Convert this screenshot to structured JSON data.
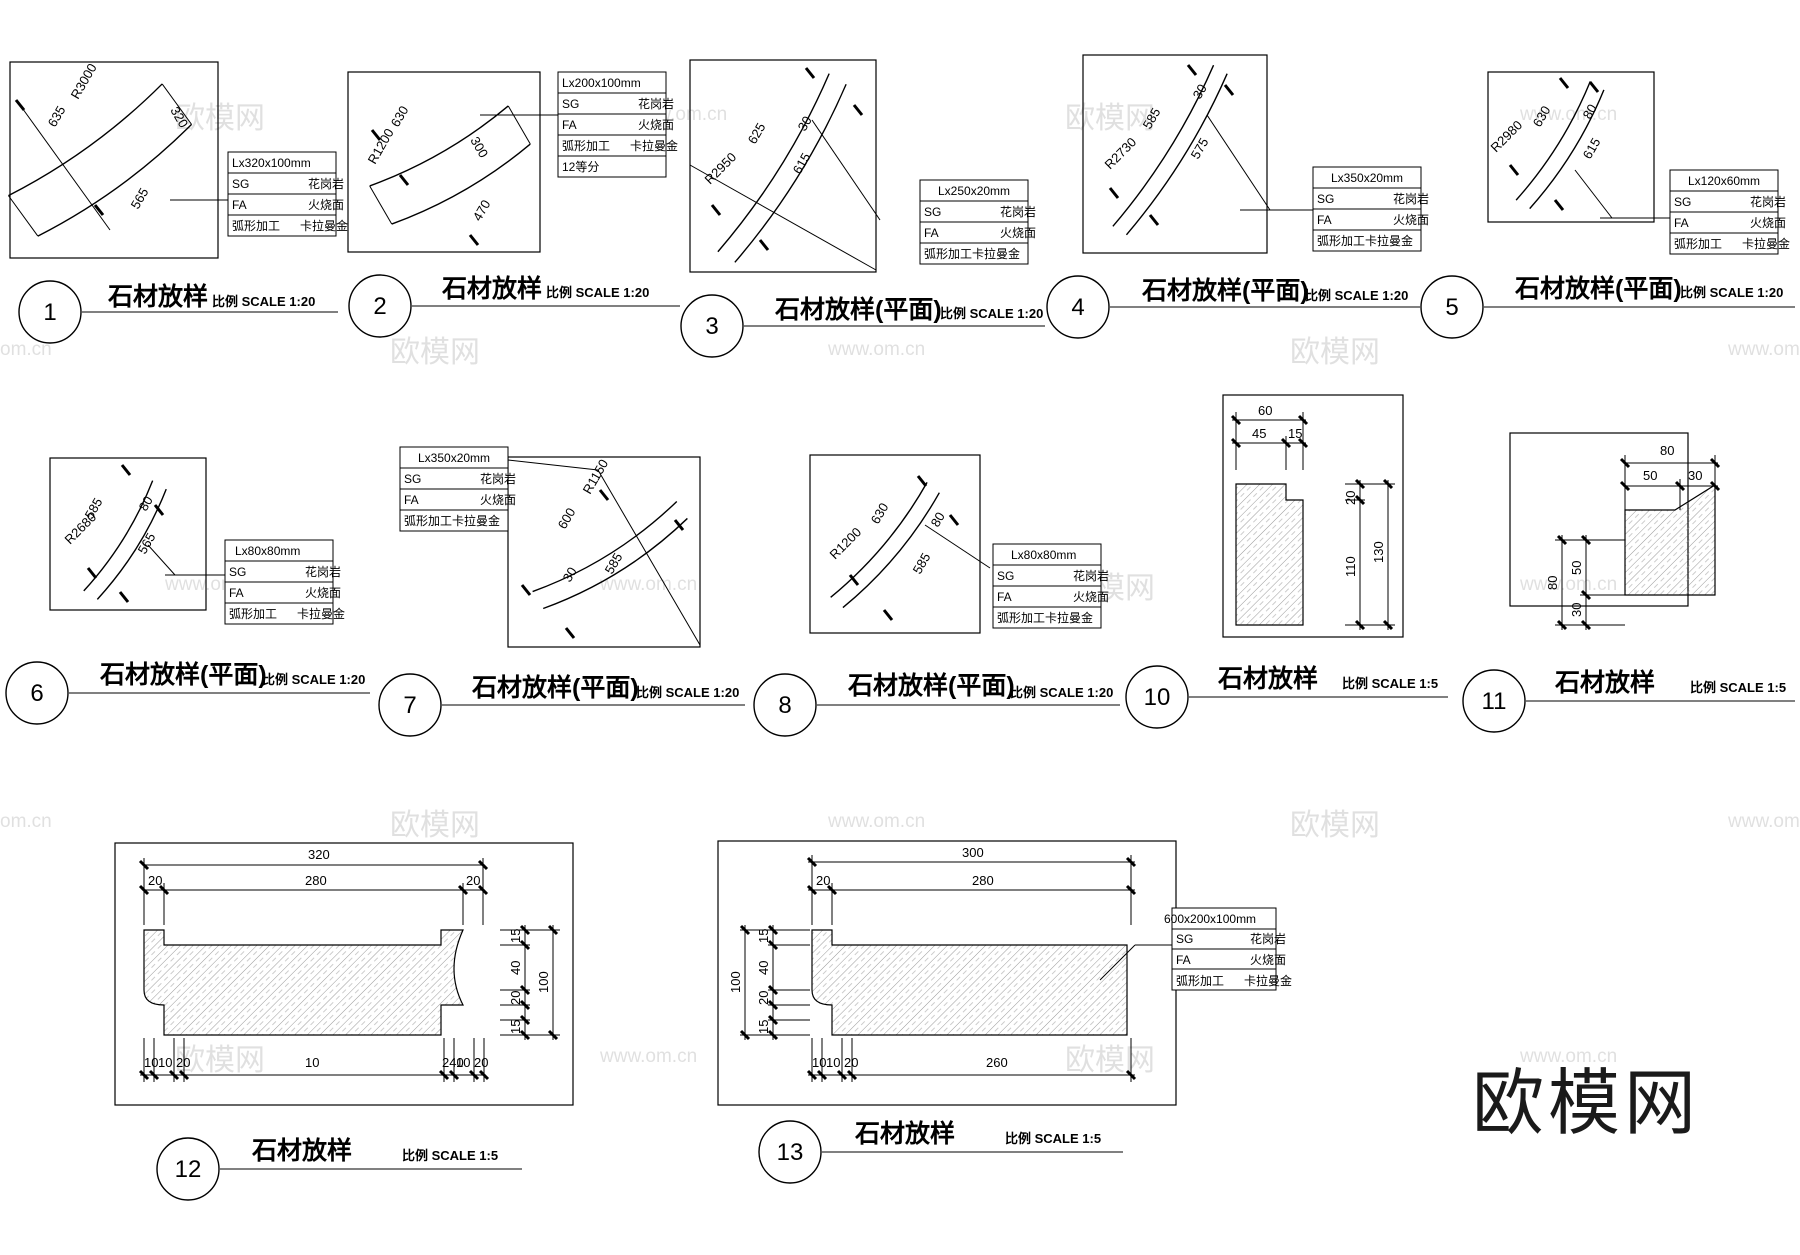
{
  "details": [
    {
      "no": "1",
      "title": "石材放样",
      "scale": "比例 SCALE 1:20",
      "dims": [
        "R3000",
        "635",
        "320",
        "565"
      ],
      "spec": [
        "Lx320x100mm",
        "SG",
        "花岗岩",
        "FA",
        "火烧面",
        "弧形加工",
        "卡拉曼金"
      ]
    },
    {
      "no": "2",
      "title": "石材放样",
      "scale": "比例 SCALE 1:20",
      "dims": [
        "630",
        "R1200",
        "300",
        "470"
      ],
      "spec": [
        "Lx200x100mm",
        "SG",
        "花岗岩",
        "FA",
        "火烧面",
        "弧形加工",
        "卡拉曼金",
        "12等分"
      ]
    },
    {
      "no": "3",
      "title": "石材放样(平面)",
      "scale": "比例 SCALE 1:20",
      "dims": [
        "625",
        "R2950",
        "30",
        "615"
      ],
      "spec": [
        "Lx250x20mm",
        "SG",
        "花岗岩",
        "FA",
        "火烧面",
        "弧形加工卡拉曼金"
      ]
    },
    {
      "no": "4",
      "title": "石材放样(平面)",
      "scale": "比例 SCALE 1:20",
      "dims": [
        "585",
        "R2730",
        "30",
        "575"
      ],
      "spec": [
        "Lx350x20mm",
        "SG",
        "花岗岩",
        "FA",
        "火烧面",
        "弧形加工卡拉曼金"
      ]
    },
    {
      "no": "5",
      "title": "石材放样(平面)",
      "scale": "比例 SCALE 1:20",
      "dims": [
        "630",
        "R2980",
        "80",
        "615"
      ],
      "spec": [
        "Lx120x60mm",
        "SG",
        "花岗岩",
        "FA",
        "火烧面",
        "弧形加工",
        "卡拉曼金"
      ]
    },
    {
      "no": "6",
      "title": "石材放样(平面)",
      "scale": "比例 SCALE 1:20",
      "dims": [
        "585",
        "R2680",
        "80",
        "565"
      ],
      "spec": [
        "Lx80x80mm",
        "SG",
        "花岗岩",
        "FA",
        "火烧面",
        "弧形加工",
        "卡拉曼金"
      ]
    },
    {
      "no": "7",
      "title": "石材放样(平面)",
      "scale": "比例 SCALE 1:20",
      "dims": [
        "R1150",
        "600",
        "30",
        "585"
      ],
      "spec": [
        "Lx350x20mm",
        "SG",
        "花岗岩",
        "FA",
        "火烧面",
        "弧形加工卡拉曼金"
      ]
    },
    {
      "no": "8",
      "title": "石材放样(平面)",
      "scale": "比例 SCALE 1:20",
      "dims": [
        "630",
        "R1200",
        "80",
        "585"
      ],
      "spec": [
        "Lx80x80mm",
        "SG",
        "花岗岩",
        "FA",
        "火烧面",
        "弧形加工卡拉曼金"
      ]
    },
    {
      "no": "10",
      "title": "石材放样",
      "scale": "比例 SCALE 1:5",
      "dims": [
        "60",
        "45",
        "15",
        "20",
        "110",
        "130"
      ]
    },
    {
      "no": "11",
      "title": "石材放样",
      "scale": "比例 SCALE 1:5",
      "dims": [
        "80",
        "50",
        "30",
        "80",
        "50",
        "30"
      ]
    },
    {
      "no": "12",
      "title": "石材放样",
      "scale": "比例 SCALE 1:5",
      "dims": [
        "320",
        "20",
        "280",
        "20",
        "15",
        "40",
        "100",
        "20",
        "15",
        "10",
        "10",
        "20",
        "10",
        "240",
        "10",
        "20",
        "10"
      ]
    },
    {
      "no": "13",
      "title": "石材放样",
      "scale": "比例 SCALE 1:5",
      "dims": [
        "300",
        "20",
        "280",
        "100",
        "15",
        "40",
        "20",
        "15",
        "10",
        "10",
        "20",
        "10",
        "260"
      ],
      "spec": [
        "600x200x100mm",
        "SG",
        "花岗岩",
        "FA",
        "火烧面",
        "弧形加工",
        "卡拉曼金"
      ]
    }
  ],
  "watermarks": {
    "cn": "欧模网",
    "url": "www.om.cn",
    "url2": "om.cn"
  },
  "brand": "欧模网",
  "colors": {
    "line": "#000000",
    "watermark": "#c8c8c8",
    "background": "#ffffff"
  }
}
